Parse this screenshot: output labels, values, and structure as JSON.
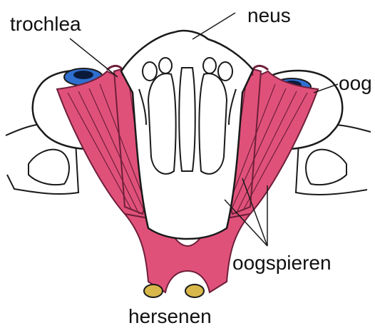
{
  "labels": {
    "trochlea": "trochlea",
    "neus": "neus",
    "oog": "oog",
    "oogspieren": "oogspieren",
    "hersenen": "hersenen"
  },
  "colors": {
    "muscle": "#e0517a",
    "muscle_stroke": "#6e1f3a",
    "iris": "#2f6fd0",
    "pupil": "#0c1a3a",
    "nerve_end": "#d8b84a",
    "outline": "#1a1a1a"
  },
  "icons": {
    "eye": "eyeball-illustration",
    "nose": "nasal-cavity-illustration",
    "muscle": "eye-muscle-illustration"
  }
}
